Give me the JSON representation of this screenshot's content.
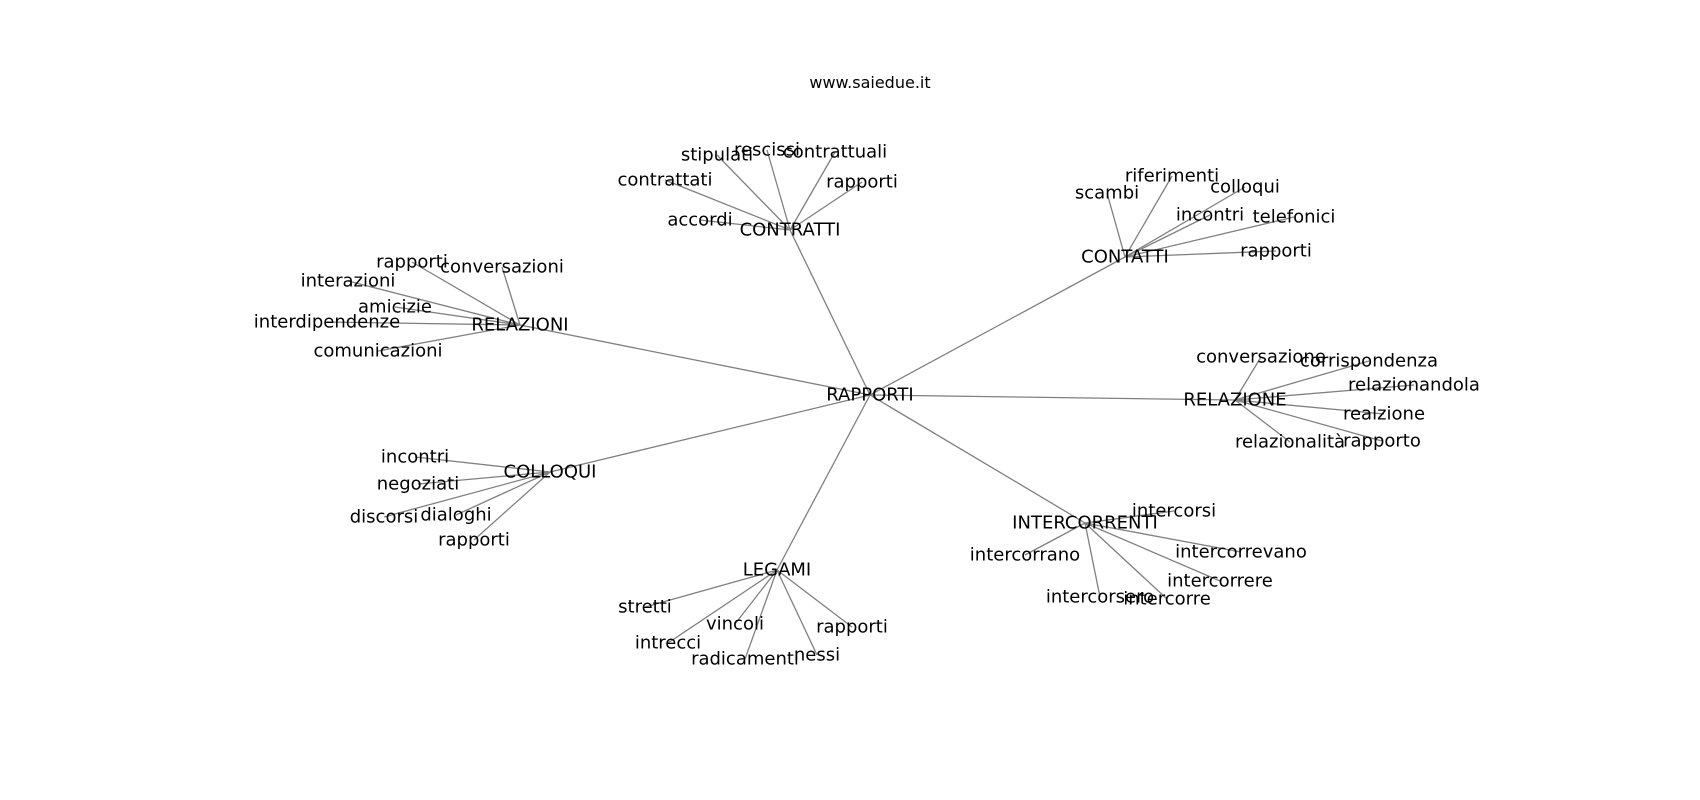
{
  "site_url": "www.saiedue.it",
  "diagram": {
    "type": "word-network",
    "edge_color": "#808080",
    "text_color": "#000000",
    "center": "RAPPORTI",
    "groups": [
      {
        "hub": "CONTRATTI",
        "words": [
          "stipulati",
          "rescissi",
          "contrattuali",
          "contrattati",
          "rapporti",
          "accordi"
        ]
      },
      {
        "hub": "CONTATTI",
        "words": [
          "riferimenti",
          "colloqui",
          "scambi",
          "incontri",
          "telefonici",
          "rapporti"
        ]
      },
      {
        "hub": "RELAZIONI",
        "words": [
          "rapporti",
          "conversazioni",
          "interazioni",
          "amicizie",
          "interdipendenze",
          "comunicazioni"
        ]
      },
      {
        "hub": "RELAZIONE",
        "words": [
          "conversazione",
          "corrispondenza",
          "relazionandola",
          "realzione",
          "relazionalità",
          "rapporto"
        ]
      },
      {
        "hub": "COLLOQUI",
        "words": [
          "incontri",
          "negoziati",
          "dialoghi",
          "discorsi",
          "rapporti"
        ]
      },
      {
        "hub": "INTERCORRENTI",
        "words": [
          "intercorsi",
          "intercorrano",
          "intercorrevano",
          "intercorrere",
          "intercorsero",
          "intercorre"
        ]
      },
      {
        "hub": "LEGAMI",
        "words": [
          "stretti",
          "vincoli",
          "rapporti",
          "intrecci",
          "radicamenti",
          "nessi"
        ]
      }
    ]
  }
}
